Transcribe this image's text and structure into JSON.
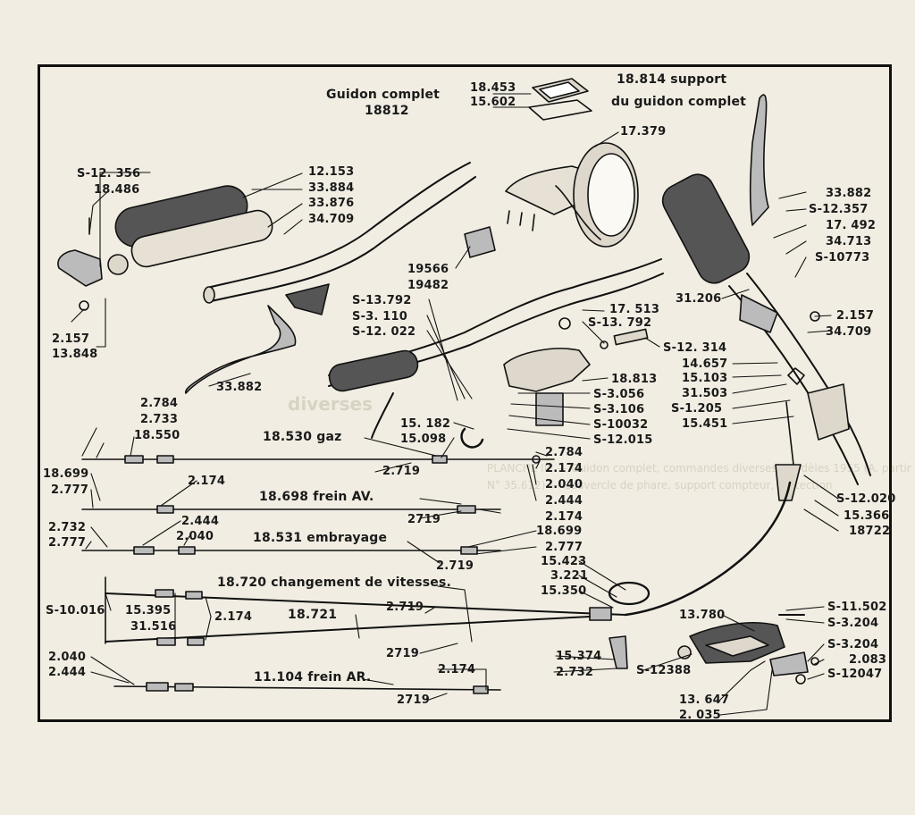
{
  "document": {
    "title": [
      "Guidon complet",
      "18812"
    ],
    "support_title": [
      "18.814 support",
      "du guidon complet"
    ],
    "colors": {
      "paper": "#f1ede2",
      "ink": "#111111",
      "bleed": "#d8d2c3"
    }
  },
  "parts": {
    "mount": [
      "18.453",
      "15.602"
    ],
    "headlamp": "17.379",
    "left_grip_group": [
      "S-12. 356",
      "18.486"
    ],
    "grip_group": [
      "12.153",
      "33.884",
      "33.876",
      "34.709"
    ],
    "left_washer": [
      "2.157",
      "13.848"
    ],
    "left_lever": "33.882",
    "clip": [
      "19566",
      "19482"
    ],
    "center_fasteners": [
      "S-13.792",
      "S-3. 110",
      "S-12. 022"
    ],
    "center_right": [
      "17. 513",
      "S-13. 792"
    ],
    "bolt": "S-12. 314",
    "clamp_group": [
      "18.813",
      "S-3.056",
      "S-3.106",
      "S-10032",
      "S-12.015"
    ],
    "lower_center": [
      "15. 182",
      "15.098"
    ],
    "right_lever_group": [
      "33.882",
      "S-12.357",
      "17. 492",
      "34.713",
      "S-10773"
    ],
    "right_mid": "31.206",
    "right_washer": [
      "2.157",
      "34.709"
    ],
    "right_controls": [
      "14.657",
      "15.103",
      "31.503",
      "S-1.205",
      "15.451"
    ],
    "right_bottom": [
      "S-12.020",
      "15.366",
      "18722"
    ]
  },
  "cables": {
    "gaz": {
      "name": "18.530 gaz",
      "length": "2.719",
      "left": [
        "2.784",
        "2.733",
        "18.550"
      ],
      "right": [
        "2.784",
        "2.174",
        "2.040",
        "2.444"
      ]
    },
    "frein_av": {
      "name": "18.698 frein AV.",
      "length": "2719",
      "left": [
        "18.699",
        "2.777"
      ],
      "mid": "2.174",
      "right": "2.174"
    },
    "embrayage": {
      "name": "18.531 embrayage",
      "length": "2.719",
      "left": [
        "2.732",
        "2.777"
      ],
      "mid": [
        "2.444",
        "2.040"
      ],
      "right": [
        "18.699",
        "2.777"
      ]
    },
    "vitesses": {
      "name": "18.720 changement de vitesses.",
      "length": "2.719",
      "right": [
        "15.423",
        "3.221",
        "15.350"
      ]
    },
    "cable_18721": {
      "name": "18.721",
      "length": "2719",
      "left": [
        "S-10.016",
        "15.395",
        "31.516"
      ],
      "mid": "2.174"
    },
    "frein_ar": {
      "name": "11.104 frein AR.",
      "length": "2719",
      "left": [
        "2.040",
        "2.444"
      ],
      "right": [
        "2.174",
        "2.732"
      ]
    }
  },
  "selector": {
    "labels": [
      "15.374",
      "S-12388",
      "13.780",
      "13. 647",
      "2. 035"
    ],
    "right": [
      "S-11.502",
      "S-3.204",
      "S-3.204",
      "2.083",
      "S-12047"
    ]
  },
  "bleed_through": [
    "PLANCHE III. — Guidon complet, commandes diverses, modèles 1955 (A. partir",
    "N° 35.612) — Couvercle de phare, support compteur, protection",
    "diverses"
  ]
}
